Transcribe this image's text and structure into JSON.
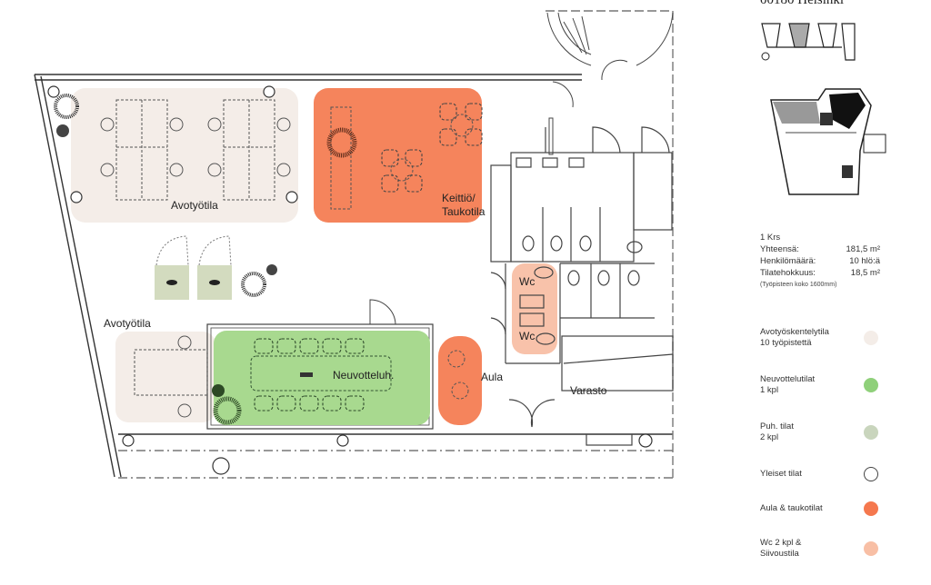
{
  "header": {
    "address": "00180 Helsinki"
  },
  "floor_info": {
    "floor": "1 Krs",
    "rows": [
      {
        "label": "Yhteensä:",
        "value": "181,5 m²"
      },
      {
        "label": "Henkilömäärä:",
        "value": "10 hlö:ä"
      },
      {
        "label": "Tilatehokkuus:",
        "value": "18,5 m²"
      }
    ],
    "note": "(Työpisteen koko 1600mm)"
  },
  "legend": [
    {
      "title": "Avotyöskentelytila",
      "sub": "10 työpistettä",
      "color": "#f4ede8",
      "outline": false
    },
    {
      "title": "Neuvottelutilat",
      "sub": "1 kpl",
      "color": "#8fd07a",
      "outline": false
    },
    {
      "title": "Puh. tilat",
      "sub": "2 kpl",
      "color": "#c9d5bd",
      "outline": false
    },
    {
      "title": "Yleiset tilat",
      "sub": "",
      "color": "#ffffff",
      "outline": true
    },
    {
      "title": "Aula & taukotilat",
      "sub": "",
      "color": "#f5784e",
      "outline": false
    },
    {
      "title": "Wc 2 kpl &",
      "sub": "Siivoustila",
      "color": "#f8bfa5",
      "outline": false
    }
  ],
  "plan_labels": {
    "open_office_top": "Avotyötila",
    "kitchen_line1": "Keittiö/",
    "kitchen_line2": "Taukotila",
    "open_office_bottom": "Avotyötila",
    "meeting_room": "Neuvotteluh.",
    "lobby": "Aula",
    "wc_top": "Wc",
    "wc_bottom": "Wc",
    "storage": "Varasto"
  },
  "zone_colors": {
    "open_office": "#f4ede8",
    "meeting": "#a8d98f",
    "phone": "#d3dbbf",
    "break": "#f5845c",
    "wc": "#f8c2aa"
  }
}
